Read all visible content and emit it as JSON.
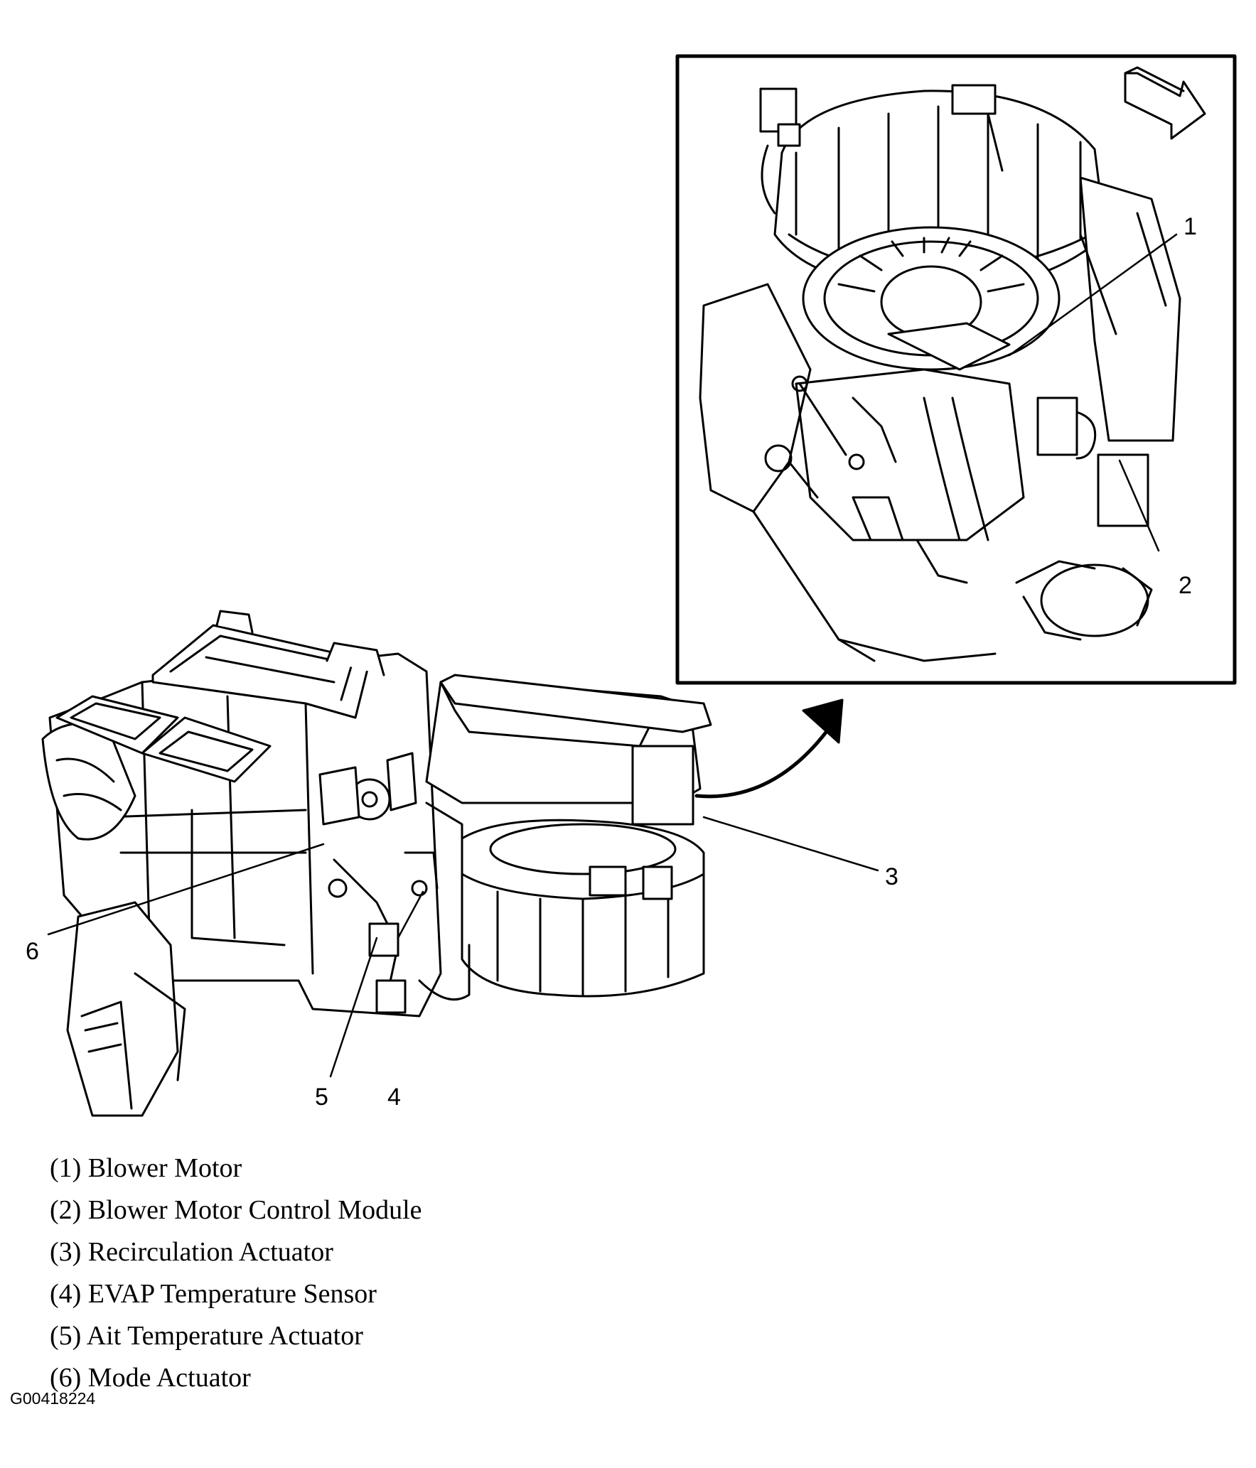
{
  "callouts": {
    "c1": "1",
    "c2": "2",
    "c3": "3",
    "c4": "4",
    "c5": "5",
    "c6": "6"
  },
  "legend": [
    "(1) Blower Motor",
    "(2) Blower Motor Control Module",
    "(3) Recirculation Actuator",
    "(4) EVAP Temperature Sensor",
    "(5) Ait Temperature Actuator",
    "(6) Mode Actuator"
  ],
  "figure_id": "G00418224"
}
